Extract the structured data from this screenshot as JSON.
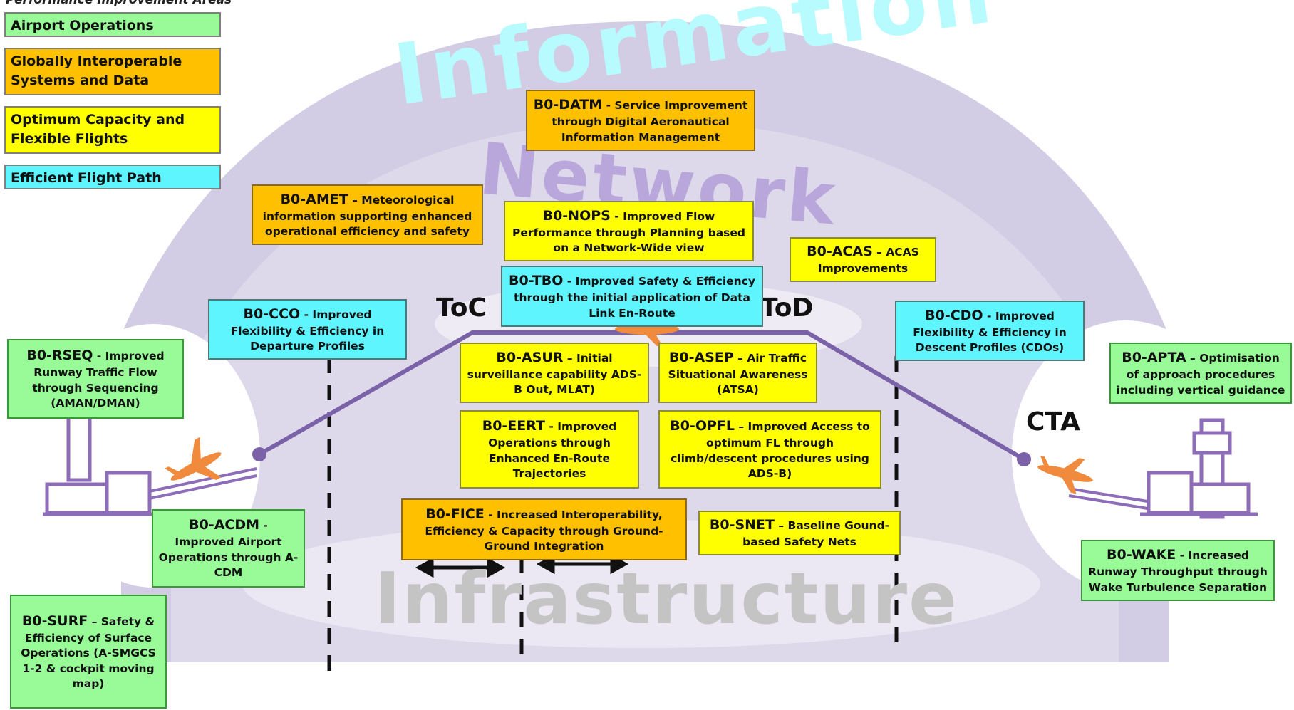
{
  "header": {
    "subtitle": "Performance Improvement Areas"
  },
  "legend": [
    {
      "id": "airport",
      "label": "Airport Operations",
      "color": "#98fb98"
    },
    {
      "id": "global",
      "label": "Globally Interoperable Systems and Data",
      "color": "#ffc000"
    },
    {
      "id": "capacity",
      "label": "Optimum Capacity and Flexible Flights",
      "color": "#ffff00"
    },
    {
      "id": "path",
      "label": "Efficient Flight Path",
      "color": "#5ff5ff"
    }
  ],
  "layers": {
    "top": "Information",
    "middle": "Network",
    "bottom": "Infrastructure"
  },
  "markers": {
    "toc": "ToC",
    "tod": "ToD",
    "cta": "CTA"
  },
  "modules": {
    "datm": {
      "code": "B0-DATM",
      "sep": " - ",
      "desc": "Service Improvement through Digital Aeronautical Information Management"
    },
    "amet": {
      "code": "B0-AMET",
      "sep": " – ",
      "desc": "Meteorological information supporting enhanced operational efficiency and safety"
    },
    "nops": {
      "code": "B0-NOPS",
      "sep": " - ",
      "desc": "Improved Flow Performance through Planning based on a Network-Wide view"
    },
    "acas": {
      "code": "B0-ACAS",
      "sep": " – ",
      "desc": "ACAS Improvements"
    },
    "tbo": {
      "code": "B0-TBO",
      "sep": " - ",
      "desc": "Improved Safety & Efficiency through the initial application of Data Link En-Route"
    },
    "cco": {
      "code": "B0-CCO",
      "sep": " - ",
      "desc": "Improved Flexibility & Efficiency in Departure Profiles"
    },
    "cdo": {
      "code": "B0-CDO",
      "sep": " - ",
      "desc": "Improved Flexibility & Efficiency in Descent Profiles (CDOs)"
    },
    "rseq": {
      "code": "B0-RSEQ",
      "sep": " -  ",
      "desc": "Improved Runway Traffic Flow through Sequencing (AMAN/DMAN)"
    },
    "asur": {
      "code": "B0-ASUR",
      "sep": " – ",
      "desc": "Initial surveillance capability ADS-B Out, MLAT)"
    },
    "asep": {
      "code": "B0-ASEP",
      "sep": " – ",
      "desc": "Air Traffic Situational Awareness (ATSA)"
    },
    "apta": {
      "code": "B0-APTA",
      "sep": " – ",
      "desc": "Optimisation of approach procedures including vertical guidance"
    },
    "eert": {
      "code": "B0-EERT",
      "sep": " - ",
      "desc": "Improved Operations through Enhanced En-Route Trajectories"
    },
    "opfl": {
      "code": "B0-OPFL",
      "sep": " – ",
      "desc": "Improved Access to optimum FL through climb/descent procedures using ADS-B)"
    },
    "fice": {
      "code": "B0-FICE",
      "sep": " - ",
      "desc": "Increased Interoperability, Efficiency & Capacity through Ground-Ground Integration"
    },
    "snet": {
      "code": "B0-SNET",
      "sep": " – ",
      "desc": "Baseline Gound-based Safety Nets"
    },
    "acdm": {
      "code": "B0-ACDM",
      "sep": " - ",
      "desc": "Improved Airport Operations through A-CDM"
    },
    "wake": {
      "code": "B0-WAKE",
      "sep": " - ",
      "desc": "Increased Runway Throughput through Wake Turbulence Separation"
    },
    "surf": {
      "code": "B0-SURF",
      "sep": " – ",
      "desc": "Safety & Efficiency of Surface Operations (A-SMGCS 1-2 & cockpit moving map)"
    }
  },
  "colors": {
    "dome": "#d2cde4",
    "dome_light": "#e9e6f2",
    "flight_path": "#7b62a8",
    "tower": "#8d6cb8",
    "plane": "#f08a3c",
    "info_text": "#b8fbff",
    "infra_text": "#c4c4c4"
  }
}
